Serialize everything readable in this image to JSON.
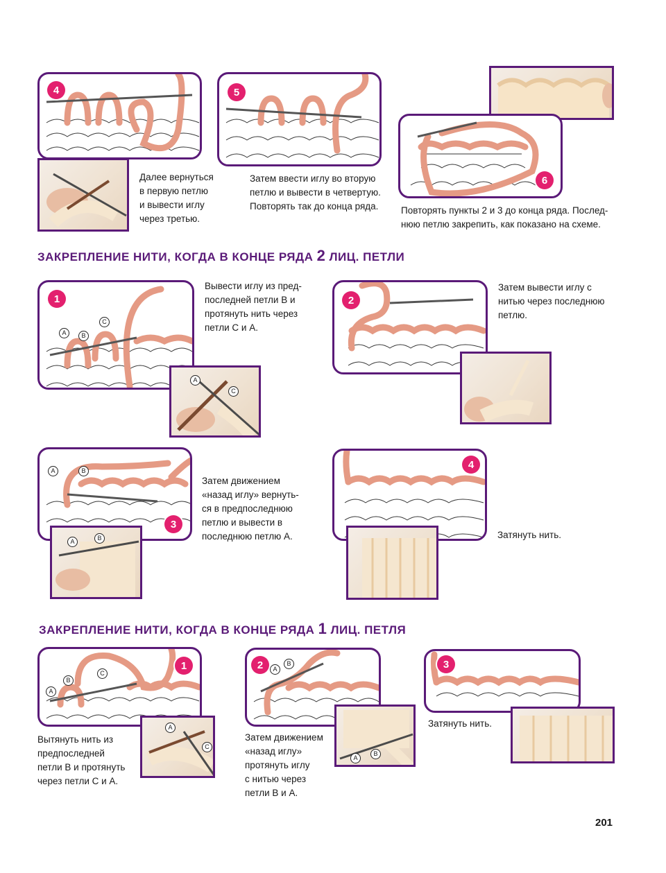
{
  "page_number": "201",
  "colors": {
    "frame": "#5a1a78",
    "badge": "#e3206e",
    "yarn": "#e59a84",
    "heading": "#5a1a78"
  },
  "top": {
    "step4": {
      "badge": "4",
      "caption": "Далее вернуться\nв первую петлю\nи вывести иглу\nчерез третью."
    },
    "step5": {
      "badge": "5",
      "caption": "Затем ввести иглу во вторую\nпетлю и вывести в четвертую.\nПовторять так до конца ряда."
    },
    "step6": {
      "badge": "6",
      "caption": "Повторять пункты 2 и 3 до конца ряда. Послед-\nнюю петлю закрепить, как показано на схеме."
    }
  },
  "section2": {
    "heading_pre": "Закрепление нити, когда в конце ряда ",
    "heading_num": "2",
    "heading_post": " лиц. петли",
    "step1": {
      "badge": "1",
      "caption": "Вывести иглу из пред-\nпоследней петли В и\nпротянуть нить через\nпетли С и А."
    },
    "step2": {
      "badge": "2",
      "caption": "Затем вывести иглу с\nнитью через последнюю\nпетлю."
    },
    "step3": {
      "badge": "3",
      "caption": "Затем движением\n«назад иглу» вернуть-\nся в предпоследнюю\nпетлю и вывести в\nпоследнюю петлю А."
    },
    "step4": {
      "badge": "4",
      "caption": "Затянуть нить."
    }
  },
  "section3": {
    "heading_pre": "Закрепление нити, когда в конце ряда ",
    "heading_num": "1",
    "heading_post": " лиц. петля",
    "step1": {
      "badge": "1",
      "caption": "Вытянуть нить из\nпредпоследней\nпетли В и протянуть\nчерез петли С и А."
    },
    "step2": {
      "badge": "2",
      "caption": "Затем движением\n«назад иглу»\nпротянуть иглу\nс нитью через\nпетли В и А."
    },
    "step3": {
      "badge": "3",
      "caption": "Затянуть нить."
    }
  },
  "loop_labels": {
    "a": "A",
    "b": "B",
    "c": "C"
  }
}
